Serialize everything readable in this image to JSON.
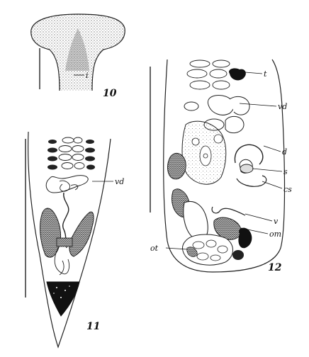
{
  "figures": [
    {
      "number": "10",
      "labels": [
        "i"
      ]
    },
    {
      "number": "11",
      "labels": [
        "vd"
      ]
    },
    {
      "number": "12",
      "labels": [
        "t",
        "vd",
        "d",
        "s",
        "cs",
        "v",
        "om",
        "ot"
      ]
    }
  ]
}
